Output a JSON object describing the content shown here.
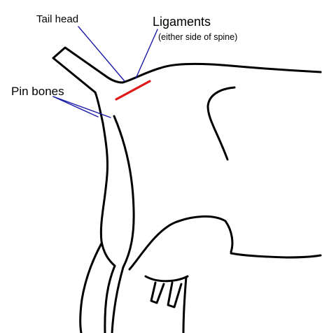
{
  "labels": {
    "tail_head": "Tail head",
    "ligaments": "Ligaments",
    "ligaments_note": "(either side of spine)",
    "pin_bones": "Pin bones"
  },
  "colors": {
    "outline": "#000000",
    "leader_lines": "#1a1aa6",
    "ligament_marker": "#e01818"
  }
}
